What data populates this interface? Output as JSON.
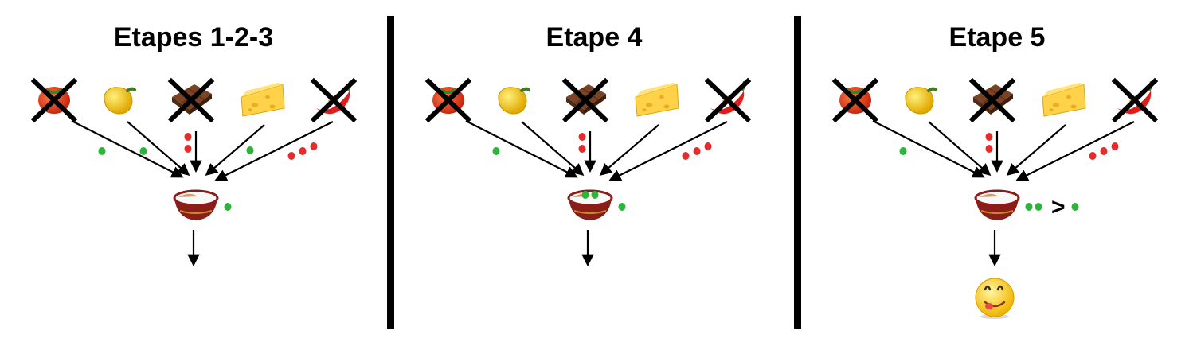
{
  "colors": {
    "good_dot": "#2db23a",
    "bad_dot": "#e52b2b",
    "arrow": "#000000",
    "divider": "#000000"
  },
  "ingredient_icons": [
    "tomato-icon",
    "yellow-pepper-icon",
    "chocolate-icon",
    "cheese-icon",
    "chili-pepper-icon"
  ],
  "panels": [
    {
      "title": "Etapes 1-2-3",
      "crossed": [
        true,
        false,
        true,
        false,
        true
      ],
      "arrow_dots": [
        {
          "color": "good",
          "count": 1
        },
        {
          "color": "good",
          "count": 1
        },
        {
          "color": "bad",
          "count": 2
        },
        {
          "color": "good",
          "count": 1
        },
        {
          "color": "bad",
          "count": 3
        }
      ],
      "bowl_dots": 0,
      "score_dots": 1,
      "comparison": null,
      "result": null
    },
    {
      "title": "Etape 4",
      "crossed": [
        true,
        false,
        true,
        false,
        true
      ],
      "arrow_dots": [
        {
          "color": "good",
          "count": 1
        },
        {
          "color": "good",
          "count": 0
        },
        {
          "color": "bad",
          "count": 2
        },
        {
          "color": "good",
          "count": 0
        },
        {
          "color": "bad",
          "count": 3
        }
      ],
      "bowl_dots": 2,
      "score_dots": 1,
      "comparison": null,
      "result": null
    },
    {
      "title": "Etape 5",
      "crossed": [
        true,
        false,
        true,
        false,
        true
      ],
      "arrow_dots": [
        {
          "color": "good",
          "count": 1
        },
        {
          "color": "good",
          "count": 0
        },
        {
          "color": "bad",
          "count": 2
        },
        {
          "color": "good",
          "count": 0
        },
        {
          "color": "bad",
          "count": 3
        }
      ],
      "bowl_dots": 0,
      "score_dots": 2,
      "comparison": {
        "symbol": ">",
        "right_dots": 1
      },
      "result": "yummy-face-icon"
    }
  ]
}
